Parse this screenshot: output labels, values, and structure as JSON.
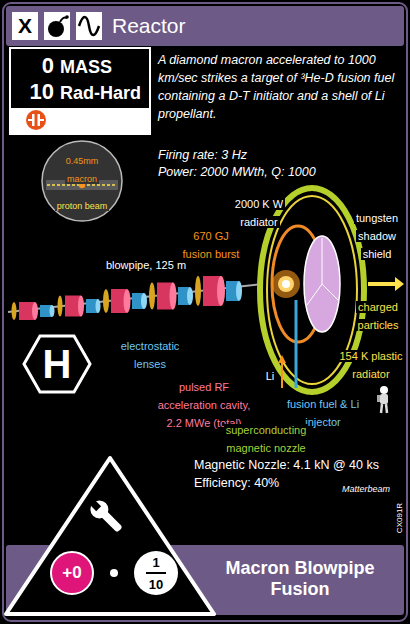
{
  "diagram": {
    "title": "Reactor",
    "nodes": [
      {
        "text": [
          "0",
          "MASS",
          "10",
          "Rad-Hard"
        ]
      },
      {
        "text": [
          "H"
        ]
      },
      {
        "text": [
          "+0"
        ]
      },
      {
        "text": [
          "1",
          "10"
        ]
      },
      {
        "text": [
          "Macron Blowpipe Fusion"
        ]
      }
    ],
    "labels": [
      "X",
      "A diamond macron accelerated to 1000 km/sec strikes a target of ³He-D fusion fuel containing a D-T initiator and a shell of Li propellant.",
      "Firing rate: 3 Hz",
      "Power: 2000 MWth, Q: 1000",
      "0.45mm macron",
      "proton beam",
      "2000 K W radiator",
      "670 GJ fusion burst",
      "blowpipe, 125 m",
      "tungsten shadow shield",
      "charged particles",
      "electrostatic lenses",
      "154 K plastic radiator",
      "Li",
      "pulsed RF acceleration cavity, 2.2 MWe (total)",
      "fusion fuel & Li injector",
      "superconducting magnetic nozzle",
      "Magnetic Nozzle: 4.1 kN @ 40 ks",
      "Efficiency: 40%",
      "Matterbeam",
      "CX091R"
    ]
  }
}
